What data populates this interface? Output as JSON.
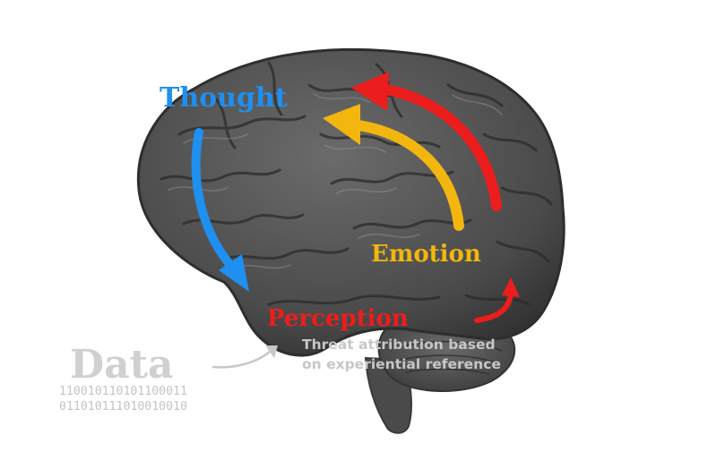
{
  "labels": {
    "thought": "Thought",
    "emotion": "Emotion",
    "perception": "Perception",
    "data": "Data",
    "binary": [
      "110010110101100011",
      "011010111010010010"
    ],
    "note": [
      "Threat attribution based",
      "on experiential reference"
    ]
  },
  "colors": {
    "thought": "#1f8ff0",
    "emotion": "#f2b60f",
    "perception": "#ec1d1d",
    "data": "#d0d0d0",
    "brain": "#555555"
  }
}
